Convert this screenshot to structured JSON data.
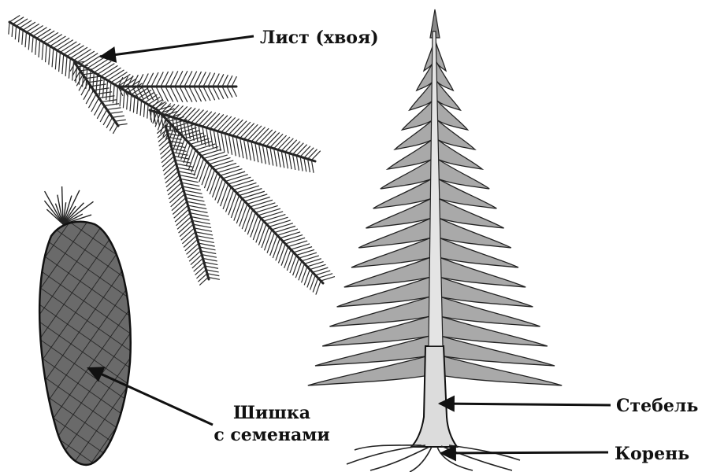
{
  "labels": {
    "leaf": "Лист (хвоя)",
    "cone_line1": "Шишка",
    "cone_line2": "с семенами",
    "stem": "Стебель",
    "root": "Корень"
  },
  "colors": {
    "ink": "#111111",
    "foliage": "#9a9a9a",
    "foliage_dark": "#3a3a3a",
    "trunk": "#d8d8d8",
    "cone": "#5a5a5a"
  }
}
